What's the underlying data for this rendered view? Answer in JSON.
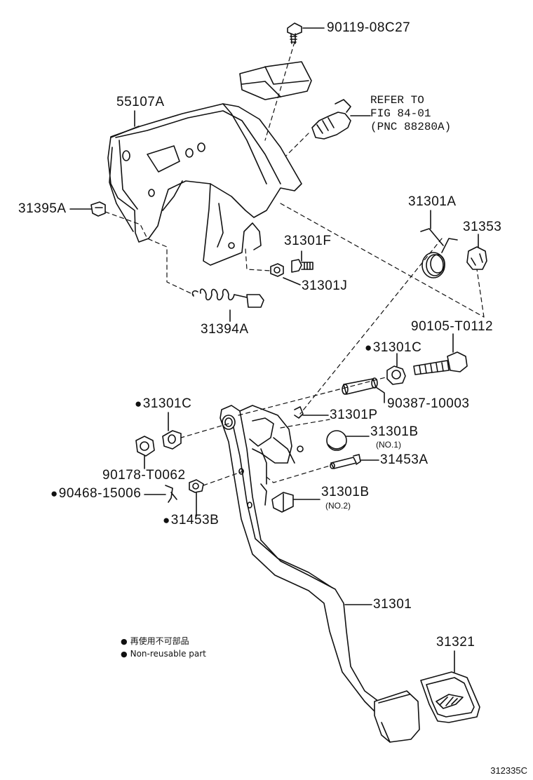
{
  "diagram": {
    "labels": {
      "p90119": "90119-08C27",
      "p55107A": "55107A",
      "refer1": "REFER TO",
      "refer2": "FIG 84-01",
      "refer3": "(PNC 88280A)",
      "p31395A": "31395A",
      "p31301A": "31301A",
      "p31353": "31353",
      "p31301F": "31301F",
      "p31301J": "31301J",
      "p31394A": "31394A",
      "p90105": "90105-T0112",
      "p31301C_r": "31301C",
      "p90387": "90387-10003",
      "p31301C_l": "31301C",
      "p31301P": "31301P",
      "p31301B_1": "31301B",
      "p31301B_1_sub": "(NO.1)",
      "p90178": "90178-T0062",
      "p31453A": "31453A",
      "p90468": "90468-15006",
      "p31301B_2": "31301B",
      "p31301B_2_sub": "(NO.2)",
      "p31453B": "31453B",
      "p31301": "31301",
      "p31321": "31321"
    },
    "legend": {
      "line1": "再使用不可部品",
      "line2": "Non-reusable part"
    },
    "diagram_id": "312335C",
    "nonreusable_marker": "●"
  }
}
